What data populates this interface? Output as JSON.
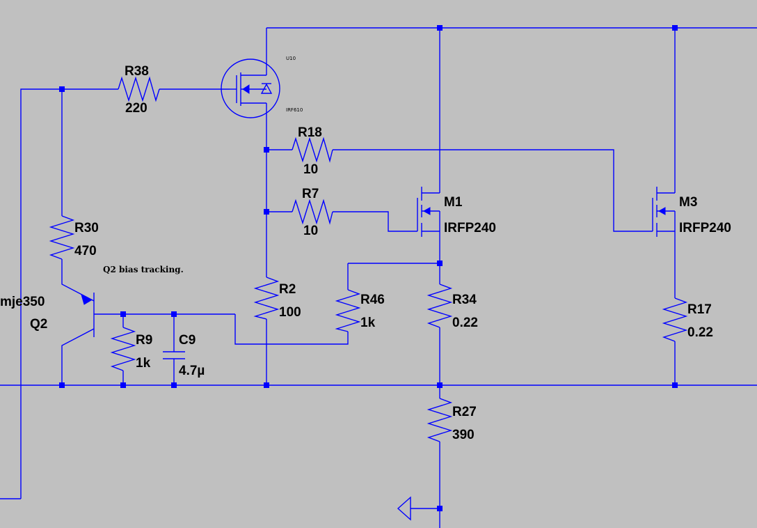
{
  "colors": {
    "background": "#c0c0c0",
    "wire": "#0000ff",
    "text": "#000000"
  },
  "components": {
    "r38": {
      "ref": "R38",
      "value": "220"
    },
    "r18": {
      "ref": "R18",
      "value": "10"
    },
    "r7": {
      "ref": "R7",
      "value": "10"
    },
    "r30": {
      "ref": "R30",
      "value": "470"
    },
    "r2": {
      "ref": "R2",
      "value": "100"
    },
    "r46": {
      "ref": "R46",
      "value": "1k"
    },
    "r34": {
      "ref": "R34",
      "value": "0.22"
    },
    "r17": {
      "ref": "R17",
      "value": "0.22"
    },
    "r9": {
      "ref": "R9",
      "value": "1k"
    },
    "c9": {
      "ref": "C9",
      "value": "4.7µ"
    },
    "r27": {
      "ref": "R27",
      "value": "390"
    },
    "m1": {
      "ref": "M1",
      "value": "IRFP240"
    },
    "m3": {
      "ref": "M3",
      "value": "IRFP240"
    },
    "u10": {
      "ref": "U10",
      "value": "IRF610"
    },
    "q2": {
      "ref": "Q2",
      "value": "mje350"
    }
  },
  "annotations": {
    "bias_note": "Q2 bias tracking."
  }
}
